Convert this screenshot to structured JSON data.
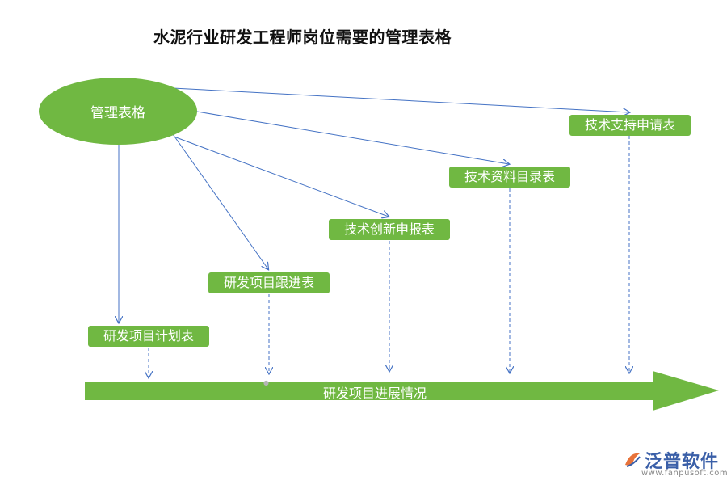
{
  "title": "水泥行业研发工程师岗位需要的管理表格",
  "hub": {
    "label": "管理表格"
  },
  "boxes": {
    "plan": "研发项目计划表",
    "track": "研发项目跟进表",
    "innovation": "技术创新申报表",
    "catalog": "技术资料目录表",
    "support": "技术支持申请表"
  },
  "banner": {
    "label": "研发项目进展情况"
  },
  "logo": {
    "name": "泛普软件",
    "url": "www.fanpusoft.com"
  },
  "colors": {
    "green": "#70b842",
    "line": "#4472c4"
  }
}
